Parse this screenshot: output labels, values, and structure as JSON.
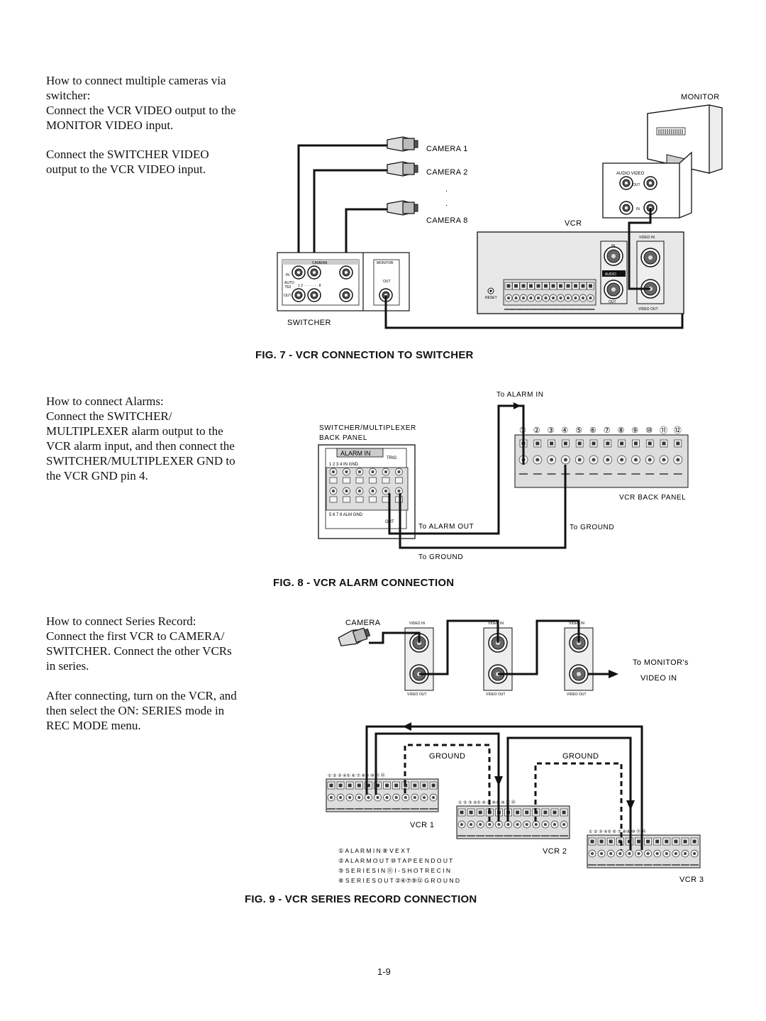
{
  "text_blocks": {
    "switcher_para": [
      "How to connect multiple cameras via",
      "switcher:",
      "Connect the VCR VIDEO output to the",
      "MONITOR VIDEO input."
    ],
    "switcher_para2": [
      "Connect the SWITCHER VIDEO",
      "output to the VCR VIDEO input."
    ],
    "alarm_para": [
      "How to connect Alarms:",
      "Connect the SWITCHER/",
      "MULTIPLEXER alarm output to the",
      "VCR alarm input, and then connect the",
      "SWITCHER/MULTIPLEXER GND to",
      "the VCR GND pin 4."
    ],
    "series_para": [
      "How to connect Series Record:",
      "Connect the first VCR to CAMERA/",
      "SWITCHER.  Connect the other VCRs",
      "in series."
    ],
    "series_para2": [
      "After connecting, turn on the VCR, and",
      "then select the ON: SERIES mode in",
      "REC MODE menu."
    ]
  },
  "figures": {
    "fig7": {
      "caption": "FIG. 7 - VCR CONNECTION TO SWITCHER",
      "labels": {
        "monitor": "MONITOR",
        "camera1": "CAMERA 1",
        "camera2": "CAMERA 2",
        "camera8": "CAMERA 8",
        "dots": ".",
        "vcr": "VCR",
        "switcher": "SWITCHER",
        "audio_video": "AUDIO  VIDEO",
        "out": "OUT",
        "in": "IN",
        "sw_camera": "CAMERA",
        "sw_monitor": "MONITOR",
        "sw_in": "IN",
        "sw_auto": "AUTO",
        "sw_75": "75Ω",
        "sw_out": "OUT",
        "sw_nums": "1        2 · · · · · · · 8",
        "video_in": "VIDEO IN",
        "video_out": "VIDEO OUT",
        "audio": "AUDIO",
        "reset": "RESET",
        "vcr_in": "IN",
        "vcr_out": "OUT"
      }
    },
    "fig8": {
      "caption": "FIG. 8 - VCR ALARM CONNECTION",
      "labels": {
        "to_alarm_in": "To  ALARM  IN",
        "sw_mux": "SWITCHER/MULTIPLEXER",
        "back_panel": "BACK  PANEL",
        "alarm_in": "ALARM IN",
        "trig": "TRIG",
        "top_nums": "1    2    3    4   IN   GND",
        "bot_nums": "5    6    7    8  ALM GND",
        "out": "OUT",
        "to_alarm_out": "To  ALARM  OUT",
        "to_ground": "To  GROUND",
        "to_ground2": "To  GROUND",
        "vcr_back_panel": "VCR  BACK  PANEL",
        "pin_numbers": [
          "①",
          "②",
          "③",
          "④",
          "⑤",
          "⑥",
          "⑦",
          "⑧",
          "⑨",
          "⑩",
          "⑪",
          "⑫"
        ]
      }
    },
    "fig9": {
      "caption": "FIG. 9 - VCR SERIES RECORD CONNECTION",
      "labels": {
        "camera": "CAMERA",
        "video_in": "VIDEO IN",
        "video_out": "VIDEO OUT",
        "to_monitors": "To  MONITOR's",
        "video_in_big": "VIDEO  IN",
        "ground1": "GROUND",
        "ground2": "GROUND",
        "vcr1": "VCR  1",
        "vcr2": "VCR  2",
        "vcr3": "VCR  3",
        "small_nums": "①  ②  ③ ④⑤ ⑥    ⑦  ⑧⑨ ⑩  ⑪ ⑫",
        "legend": [
          "① A L A R M   I N     ⑧  V E X T",
          "② A L A R M   O U T  ⑩  T A P E   E N D   O U T",
          "⑤ S E R I E S   I N    ⑪  I - S H O T  R E C  I N",
          "⑥ S E R I E S   O U T  ②④⑦⑨⑫    G R O U N D"
        ]
      }
    }
  },
  "page_number": "1-9"
}
